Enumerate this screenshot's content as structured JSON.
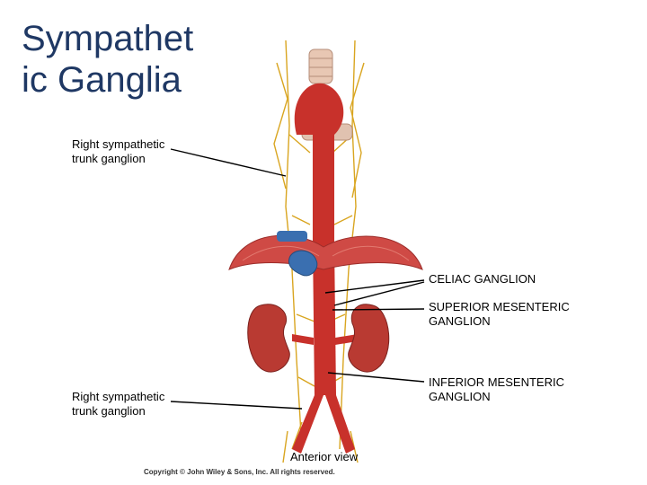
{
  "title": "Sympathet ic Ganglia",
  "labels": {
    "right_trunk_upper": [
      "Right sympathetic",
      "trunk ganglion"
    ],
    "celiac": [
      "CELIAC GANGLION"
    ],
    "superior_mesenteric": [
      "SUPERIOR MESENTERIC",
      "GANGLION"
    ],
    "inferior_mesenteric": [
      "INFERIOR MESENTERIC",
      "GANGLION"
    ],
    "right_trunk_lower": [
      "Right sympathetic",
      "trunk ganglion"
    ]
  },
  "caption": "Anterior view",
  "copyright": "Copyright © John Wiley & Sons, Inc. All rights reserved.",
  "colors": {
    "title": "#1f3864",
    "aorta": "#c8312b",
    "nerve": "#d9a520",
    "diaphragm": "#cf4a45",
    "kidney": "#b93a32",
    "cava": "#3a6fb0"
  }
}
